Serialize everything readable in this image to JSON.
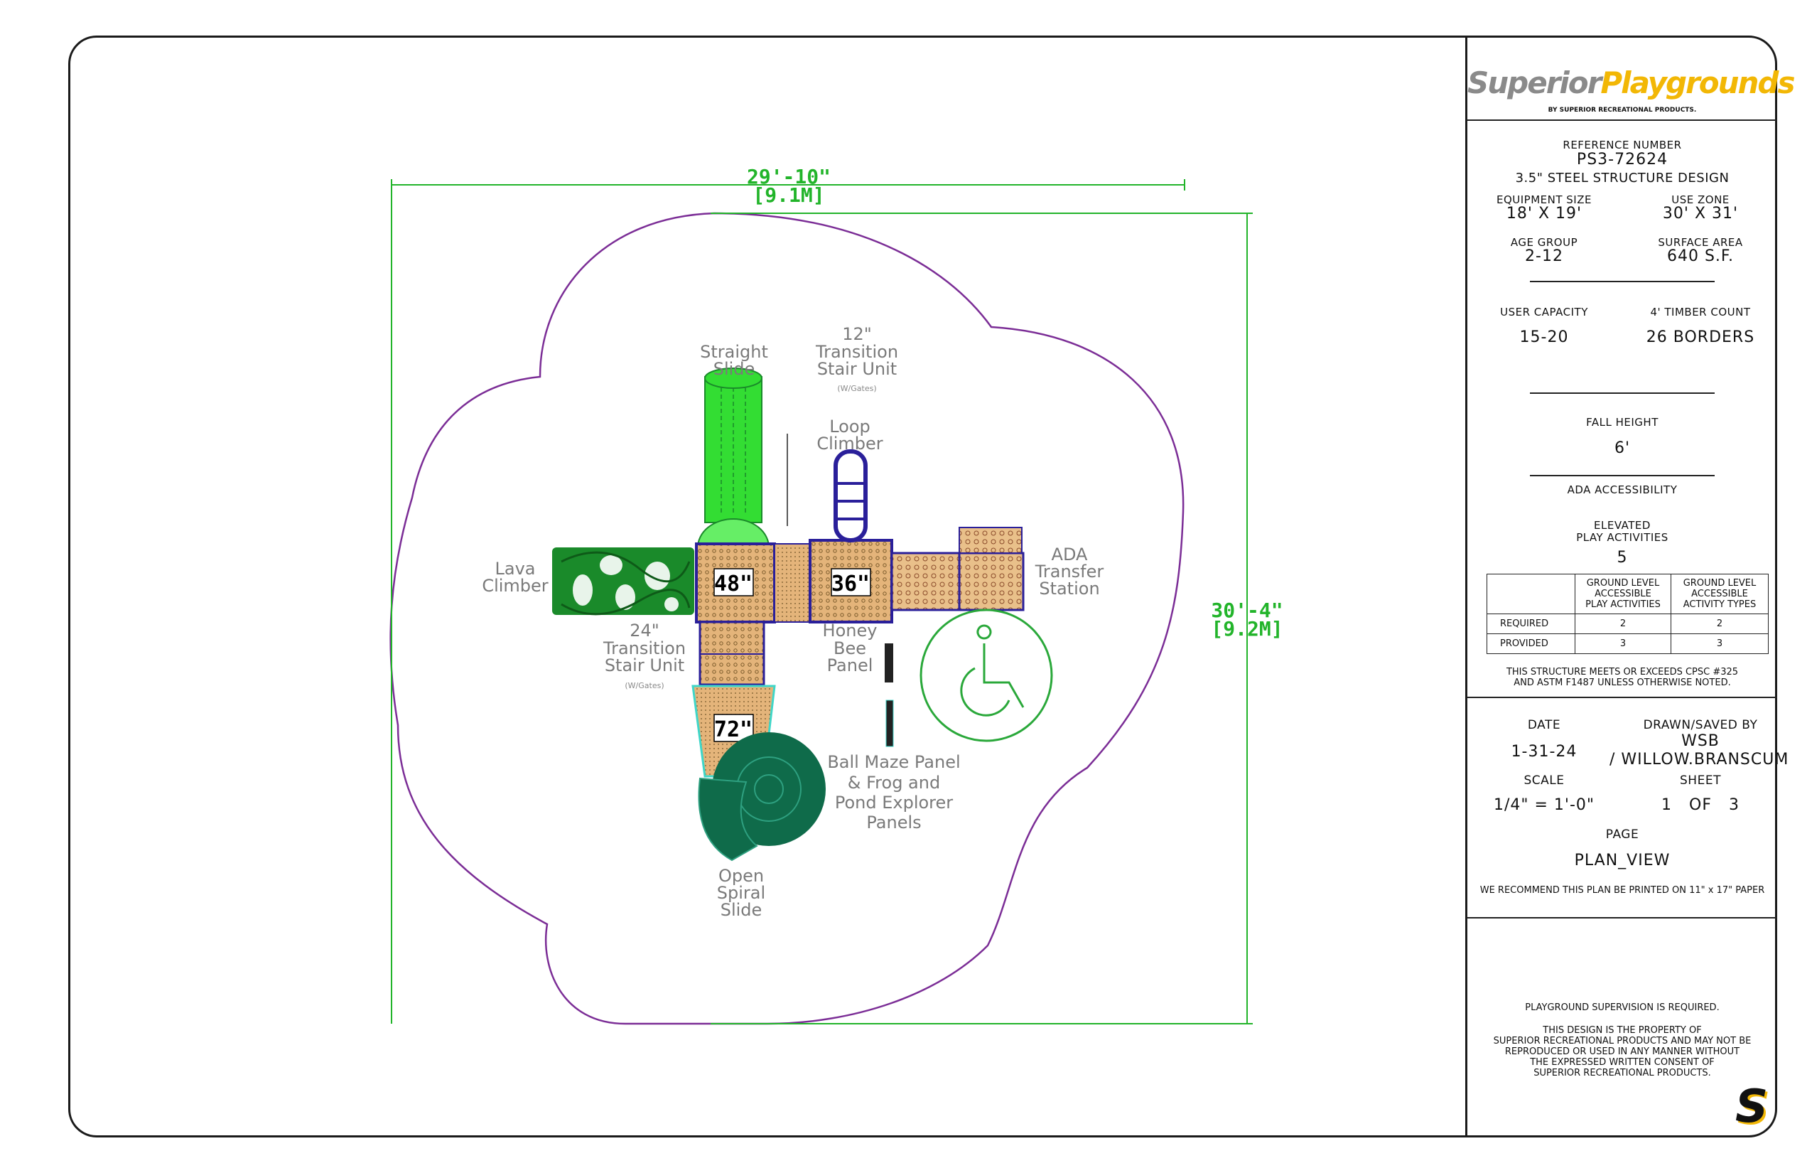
{
  "colors": {
    "safety_zone": "#7b2d96",
    "dimension": "#22b42a",
    "slide_green": "#33dd33",
    "climber_green": "#1a8a2a",
    "spiral_green": "#0f6b4a",
    "deck_tan": "#e4b47a",
    "post_blue": "#2a1f9a",
    "ada_green": "#2aa83a",
    "logo_gray": "#8a8a8a",
    "logo_yellow": "#f2b705"
  },
  "plan": {
    "width_dim": "29'-10\"",
    "width_dim_metric": "[9.1M]",
    "height_dim": "30'-4\"",
    "height_dim_metric": "[9.2M]",
    "decks": [
      "48\"",
      "36\"",
      "72\""
    ],
    "labels": {
      "straight_slide": [
        "Straight",
        "Slide"
      ],
      "stair_12": [
        "12\"",
        "Transition",
        "Stair Unit"
      ],
      "stair_12_note": "(W/Gates)",
      "loop_climber": [
        "Loop",
        "Climber"
      ],
      "lava_climber": [
        "Lava",
        "Climber"
      ],
      "ada_transfer": [
        "ADA",
        "Transfer",
        "Station"
      ],
      "stair_24": [
        "24\"",
        "Transition",
        "Stair Unit"
      ],
      "stair_24_note": "(W/Gates)",
      "honey_bee": [
        "Honey",
        "Bee",
        "Panel"
      ],
      "ball_maze": [
        "Ball Maze Panel",
        "& Frog and",
        "Pond Explorer",
        "Panels"
      ],
      "spiral_slide": [
        "Open",
        "Spiral",
        "Slide"
      ]
    }
  },
  "title_block": {
    "logo_part1": "Superior",
    "logo_part2": "Playgrounds",
    "logo_sub": "BY SUPERIOR RECREATIONAL PRODUCTS.",
    "ref_label": "REFERENCE NUMBER",
    "ref_value": "PS3-72624",
    "design": "3.5\" STEEL STRUCTURE DESIGN",
    "equip_size_label": "EQUIPMENT SIZE",
    "equip_size_value": "18' X 19'",
    "use_zone_label": "USE ZONE",
    "use_zone_value": "30' X 31'",
    "age_group_label": "AGE GROUP",
    "age_group_value": "2-12",
    "surface_area_label": "SURFACE AREA",
    "surface_area_value": "640 S.F.",
    "user_capacity_label": "USER CAPACITY",
    "user_capacity_value": "15-20",
    "timber_label": "4' TIMBER COUNT",
    "timber_value": "26 BORDERS",
    "fall_height_label": "FALL HEIGHT",
    "fall_height_value": "6'",
    "ada_label": "ADA ACCESSIBILITY",
    "elevated_label": [
      "ELEVATED",
      "PLAY ACTIVITIES"
    ],
    "elevated_value": "5",
    "table": {
      "col1": [
        "GROUND LEVEL",
        "ACCESSIBLE",
        "PLAY ACTIVITIES"
      ],
      "col2": [
        "GROUND LEVEL",
        "ACCESSIBLE",
        "ACTIVITY TYPES"
      ],
      "rows": [
        {
          "label": "REQUIRED",
          "a": "2",
          "b": "2"
        },
        {
          "label": "PROVIDED",
          "a": "3",
          "b": "3"
        }
      ]
    },
    "cpsc_note": [
      "THIS STRUCTURE MEETS OR EXCEEDS CPSC #325",
      "AND ASTM F1487 UNLESS OTHERWISE NOTED."
    ],
    "date_label": "DATE",
    "date_value": "1-31-24",
    "drawn_label": "DRAWN/SAVED BY",
    "drawn_value": "WSB",
    "drawn_value2": "/ WILLOW.BRANSCUM",
    "scale_label": "SCALE",
    "scale_value": "1/4\" = 1'-0\"",
    "sheet_label": "SHEET",
    "sheet_value": "1   OF   3",
    "page_label": "PAGE",
    "page_value": "PLAN_VIEW",
    "print_note": "WE RECOMMEND THIS PLAN BE PRINTED ON 11\" x 17\" PAPER",
    "supervision": "PLAYGROUND SUPERVISION IS REQUIRED.",
    "property_note": [
      "THIS DESIGN IS THE PROPERTY OF",
      "SUPERIOR RECREATIONAL PRODUCTS AND MAY NOT BE",
      "REPRODUCED OR USED IN ANY MANNER WITHOUT",
      "THE EXPRESSED WRITTEN CONSENT OF",
      "SUPERIOR RECREATIONAL PRODUCTS."
    ],
    "corner_logo": "S"
  }
}
